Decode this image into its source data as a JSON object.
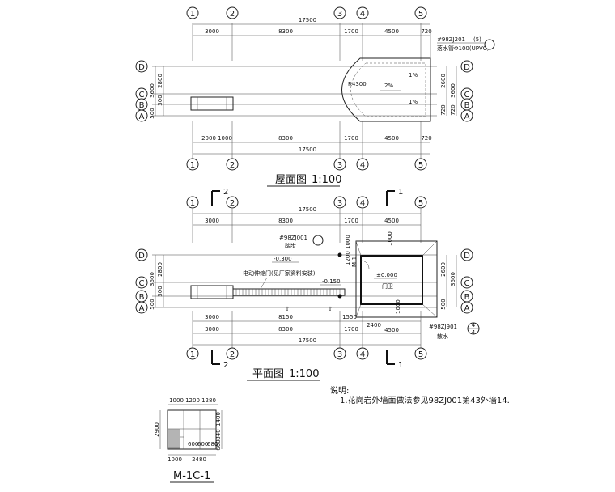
{
  "axes": {
    "vertical": [
      "1",
      "2",
      "3",
      "4",
      "5"
    ],
    "horizontal": [
      "D",
      "C",
      "B",
      "A"
    ]
  },
  "roof_plan": {
    "title": "屋面图",
    "scale": "1:100",
    "top_total": "17500",
    "top_dims": [
      "3000",
      "8300",
      "1700",
      "4500",
      "720"
    ],
    "bottom_dims": [
      "2000",
      "1000",
      "8300",
      "1700",
      "4500",
      "720"
    ],
    "bottom_total": "17500",
    "left_dims": [
      "3600",
      "2800",
      "500",
      "300"
    ],
    "right_dims": [
      "2600",
      "3600",
      "720",
      "720"
    ],
    "radius": "R4300",
    "slope": "2%",
    "slope_note_1": "1%",
    "slope_note_2": "1%",
    "ref_1": "#98ZJ201",
    "ref_1_sub": "(5)",
    "ref_2": "落水管Φ100(UPVC)"
  },
  "floor_plan": {
    "title": "平面图",
    "scale": "1:100",
    "section_marks": [
      "2",
      "1"
    ],
    "top_total": "17500",
    "top_dims": [
      "3000",
      "8300",
      "1700",
      "4500"
    ],
    "bottom_dims_1": [
      "3000",
      "8150",
      "1550",
      "2400",
      "4500"
    ],
    "bottom_dims_2": [
      "3000",
      "8300",
      "1700",
      "4500"
    ],
    "bottom_total": "17500",
    "left_dims": [
      "3600",
      "2800",
      "500",
      "300"
    ],
    "right_dims": [
      "2600",
      "3600",
      "500"
    ],
    "inner_dims": [
      "1000",
      "1200",
      "1000",
      "1000"
    ],
    "ref_1": "#98ZJ001",
    "ref_1_sub": "踏步",
    "elev_1": "-0.300",
    "elev_2": "-0.150",
    "elev_3": "±0.000",
    "room": "门卫",
    "door_mark": "M-1",
    "gate_note": "电动伸缩门(见厂家资料安装)",
    "ref_2": "#98ZJ901",
    "ref_2_sub": "散水",
    "ref_2_num": "4",
    "ref_2_num2": "4"
  },
  "note": {
    "heading": "说明:",
    "text": "1.花岗岩外墙面做法参见98ZJ001第43外墙14."
  },
  "door_detail": {
    "title": "M-1C-1",
    "top_dims": [
      "1000",
      "1200",
      "1280"
    ],
    "left_dim": "2900",
    "right_dims": [
      "1400",
      "840",
      "660"
    ],
    "bottom_dims": [
      "1000",
      "2480"
    ],
    "inner_dims": [
      "600",
      "600",
      "680"
    ]
  }
}
